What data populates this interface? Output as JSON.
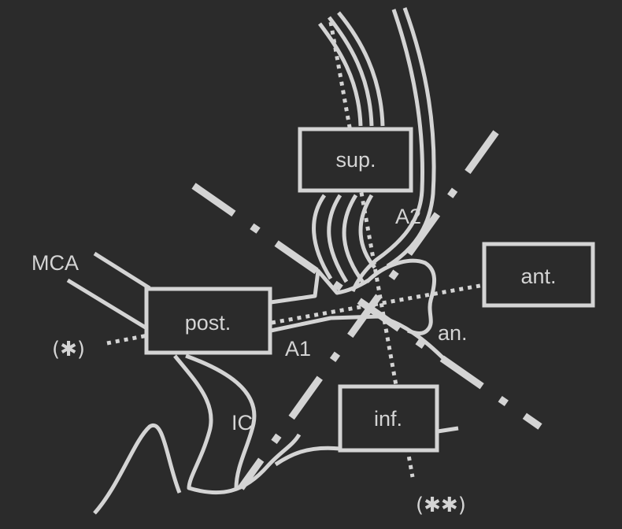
{
  "boxes": {
    "sup": "sup.",
    "ant": "ant.",
    "post": "post.",
    "inf": "inf."
  },
  "labels": {
    "mca": "MCA",
    "a1": "A1",
    "a2": "A2",
    "an": "an.",
    "ic": "IC",
    "single_star": "(✱)",
    "double_star": "(✱✱)"
  },
  "colors": {
    "background": "#2b2b2b",
    "stroke": "#d4d4d4"
  }
}
